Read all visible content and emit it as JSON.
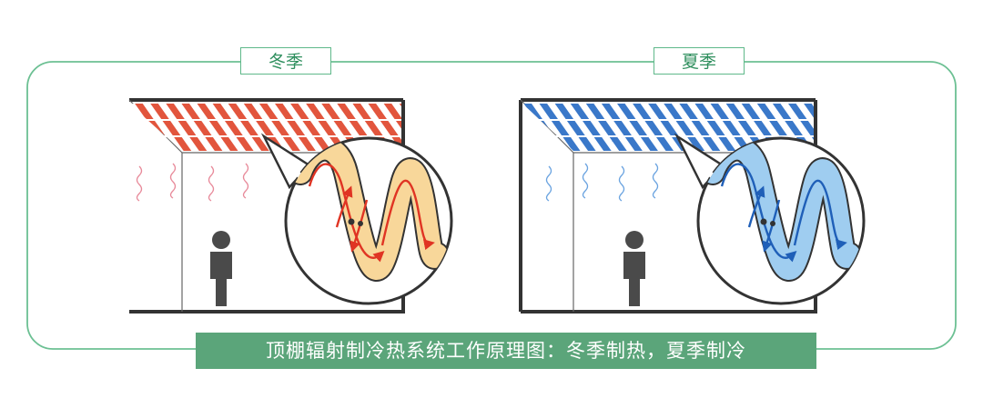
{
  "diagram": {
    "winter": {
      "label": "冬季",
      "pipe_color": "#e2553d",
      "arrow_color": "#e03423",
      "fill_color": "#f8d79a"
    },
    "summer": {
      "label": "夏季",
      "pipe_color": "#3a78c9",
      "arrow_color": "#1f5fb8",
      "fill_color": "#9fcdf0"
    },
    "caption": "顶棚辐射制冷热系统工作原理图：冬季制热，夏季制冷",
    "accent_color": "#5ba57a"
  }
}
